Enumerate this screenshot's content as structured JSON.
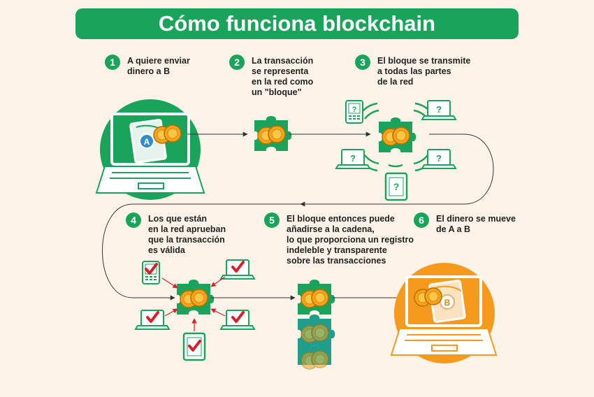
{
  "title": "Cómo funciona blockchain",
  "steps": [
    {
      "num": "1",
      "lines": [
        "A quiere enviar",
        "dinero a B"
      ]
    },
    {
      "num": "2",
      "lines": [
        "La transacción",
        "se representa",
        "en la red como",
        "un \"bloque\""
      ]
    },
    {
      "num": "3",
      "lines": [
        "El bloque se transmite",
        "a todas las partes",
        "de la red"
      ]
    },
    {
      "num": "4",
      "lines": [
        "Los que están",
        "en la red aprueban",
        "que la transacción",
        "es válida"
      ]
    },
    {
      "num": "5",
      "lines": [
        "El bloque entonces puede",
        "añadirse a la cadena,",
        "lo que proporciona un registro",
        "indeleble y transparente",
        "sobre las transacciones"
      ]
    },
    {
      "num": "6",
      "lines": [
        "El dinero se mueve",
        "de A a B"
      ]
    }
  ],
  "labels": {
    "wallet_a": "A",
    "wallet_b": "B",
    "unknown_mark": "?"
  },
  "icons": {
    "laptop": "laptop-icon",
    "wallet": "wallet-icon",
    "coins": "coins-icon",
    "puzzle_block": "puzzle-block-icon",
    "phone": "phone-icon",
    "tablet": "tablet-icon",
    "check": "check-icon"
  },
  "colors": {
    "green": "#1aa35a",
    "dark_green": "#0e7a43",
    "orange": "#f59a1c",
    "teal": "#1f9e8e",
    "red_check": "#d6202a",
    "background": "#fdf3e8"
  }
}
